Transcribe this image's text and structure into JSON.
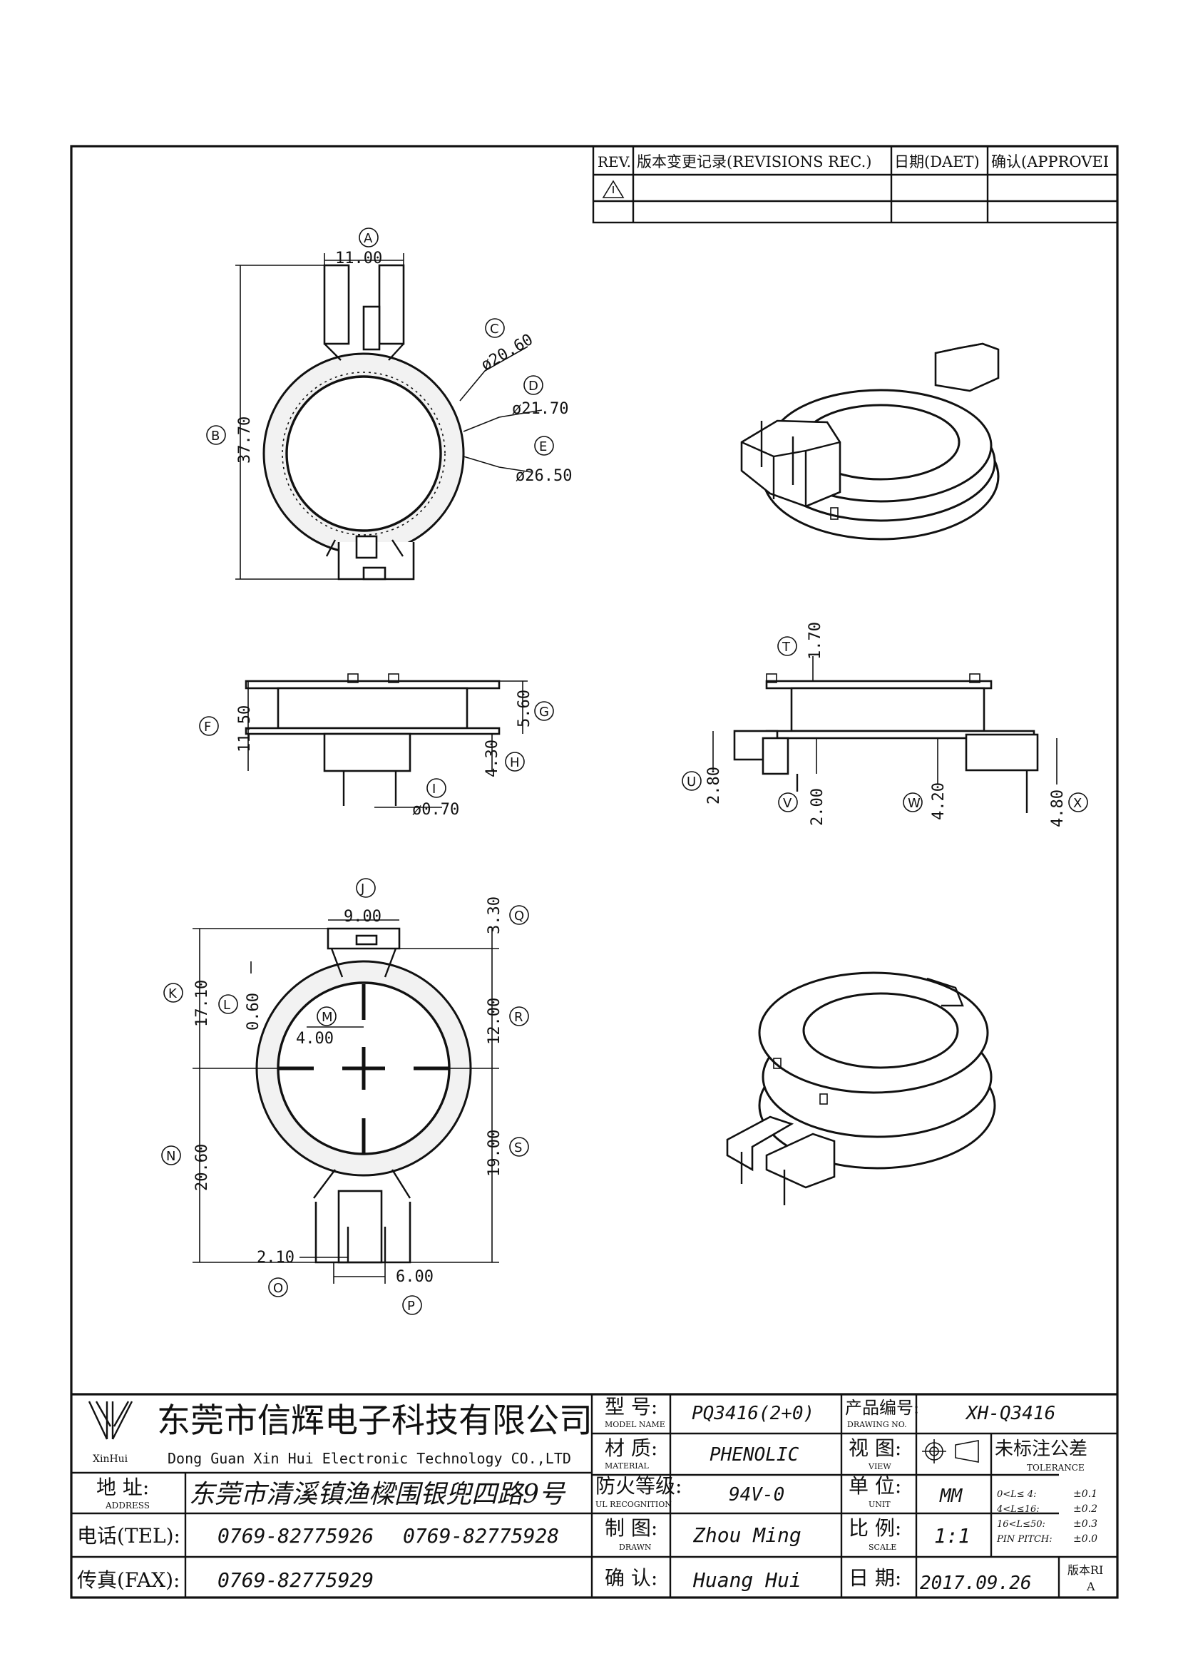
{
  "revisions": {
    "rev_header": "REV.",
    "record_header": "版本变更记录(REVISIONS REC.)",
    "date_header": "日期(DAET)",
    "approve_header": "确认(APPROVEI"
  },
  "dimension_labels": {
    "A": "11.00",
    "B": "37.70",
    "C": "ø20.60",
    "D": "ø21.70",
    "E": "ø26.50",
    "F": "11.50",
    "G": "5.60",
    "H": "4.30",
    "I": "ø0.70",
    "J": "9.00",
    "K": "17.10",
    "L": "0.60",
    "M": "4.00",
    "N": "20.60",
    "O": "2.10",
    "P": "6.00",
    "Q": "3.30",
    "R": "12.00",
    "S": "19.00",
    "T": "1.70",
    "U": "2.80",
    "V": "2.00",
    "W": "4.20",
    "X": "4.80"
  },
  "title_block": {
    "logo_text": "XinHui",
    "company_cn": "东莞市信辉电子科技有限公司",
    "company_en": "Dong Guan Xin Hui Electronic Technology CO.,LTD",
    "address_label_cn": "地 址:",
    "address_label_en": "ADDRESS",
    "address_value": "东莞市清溪镇渔樑围银兜四路9号",
    "tel_label": "电话(TEL):",
    "tel_value_1": "0769-82775926",
    "tel_value_2": "0769-82775928",
    "fax_label": "传真(FAX):",
    "fax_value": "0769-82775929",
    "model_label_cn": "型 号:",
    "model_label_en": "MODEL NAME",
    "model_value": "PQ3416(2+0)",
    "material_label_cn": "材 质:",
    "material_label_en": "MATERIAL",
    "material_value": "PHENOLIC",
    "ul_label_cn": "防火等级:",
    "ul_label_en": "UL RECOGNITION",
    "ul_value": "94V-0",
    "drawn_label_cn": "制 图:",
    "drawn_label_en": "DRAWN",
    "drawn_value": "Zhou Ming",
    "check_label_cn": "确 认:",
    "check_value": "Huang Hui",
    "drawing_no_label_cn": "产品编号:",
    "drawing_no_label_en": "DRAWING NO.",
    "drawing_no_value": "XH-Q3416",
    "view_label_cn": "视 图:",
    "view_label_en": "VIEW",
    "unit_label_cn": "单 位:",
    "unit_label_en": "UNIT",
    "unit_value": "MM",
    "scale_label_cn": "比 例:",
    "scale_label_en": "SCALE",
    "scale_value": "1:1",
    "date_label_cn": "日 期:",
    "date_value": "2017.09.26",
    "tolerance_title_cn": "未标注公差",
    "tolerance_title_en": "TOLERANCE",
    "tolerances": [
      {
        "range": "0<L≤ 4:",
        "value": "±0.1"
      },
      {
        "range": "4<L≤16:",
        "value": "±0.2"
      },
      {
        "range": "16<L≤50:",
        "value": "±0.3"
      },
      {
        "range": "PIN PITCH:",
        "value": "±0.0"
      }
    ],
    "version_label": "版本RI",
    "version_value": "A"
  }
}
